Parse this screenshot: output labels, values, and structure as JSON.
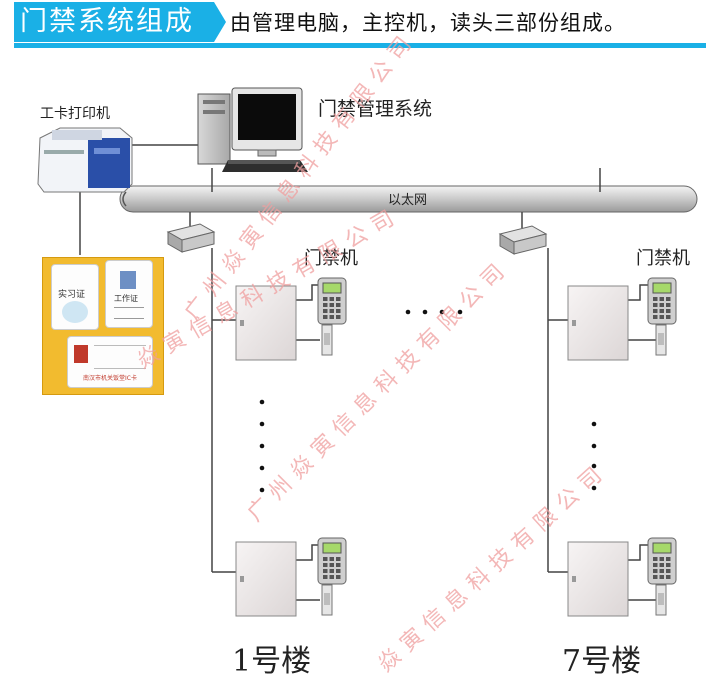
{
  "header": {
    "title": "门禁系统组成",
    "subtitle": "由管理电脑，主控机，读头三部份组成。"
  },
  "labels": {
    "printer": "工卡打印机",
    "management": "门禁管理系统",
    "ethernet": "以太网",
    "controller_left": "门禁机",
    "controller_right": "门禁机",
    "building_1": "1号楼",
    "building_7": "7号楼"
  },
  "cards": {
    "intern": "实习证",
    "work": "工作证",
    "ic_card": "南汉市机关饭堂IC卡"
  },
  "watermarks": [
    "广州焱寅信息科技有限公司",
    "焱寅信息科技有限公司",
    "广州焱寅信息科技有限公司",
    "焱寅信息科技有限公司"
  ],
  "colors": {
    "accent": "#1ab0e6",
    "watermark": "#f0a0a0"
  }
}
